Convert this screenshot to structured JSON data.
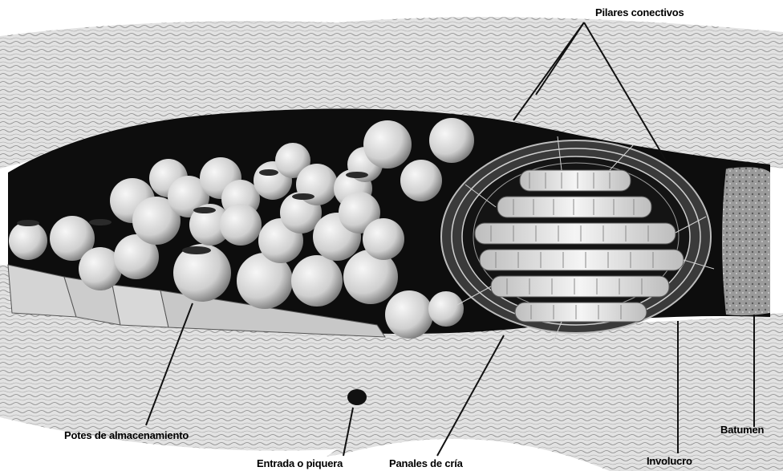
{
  "labels": {
    "pilares": "Pilares conectivos",
    "potes": "Potes de almacenamiento",
    "entrada": "Entrada o piquera",
    "panales": "Panales de cría",
    "involucro": "Involucro",
    "batumen": "Batumen"
  },
  "colors": {
    "ink": "#111111",
    "wood": "#d9d9d9",
    "cavity": "#0d0d0d",
    "pot": "#e8e8e8",
    "comb": "#f2f2f2"
  }
}
